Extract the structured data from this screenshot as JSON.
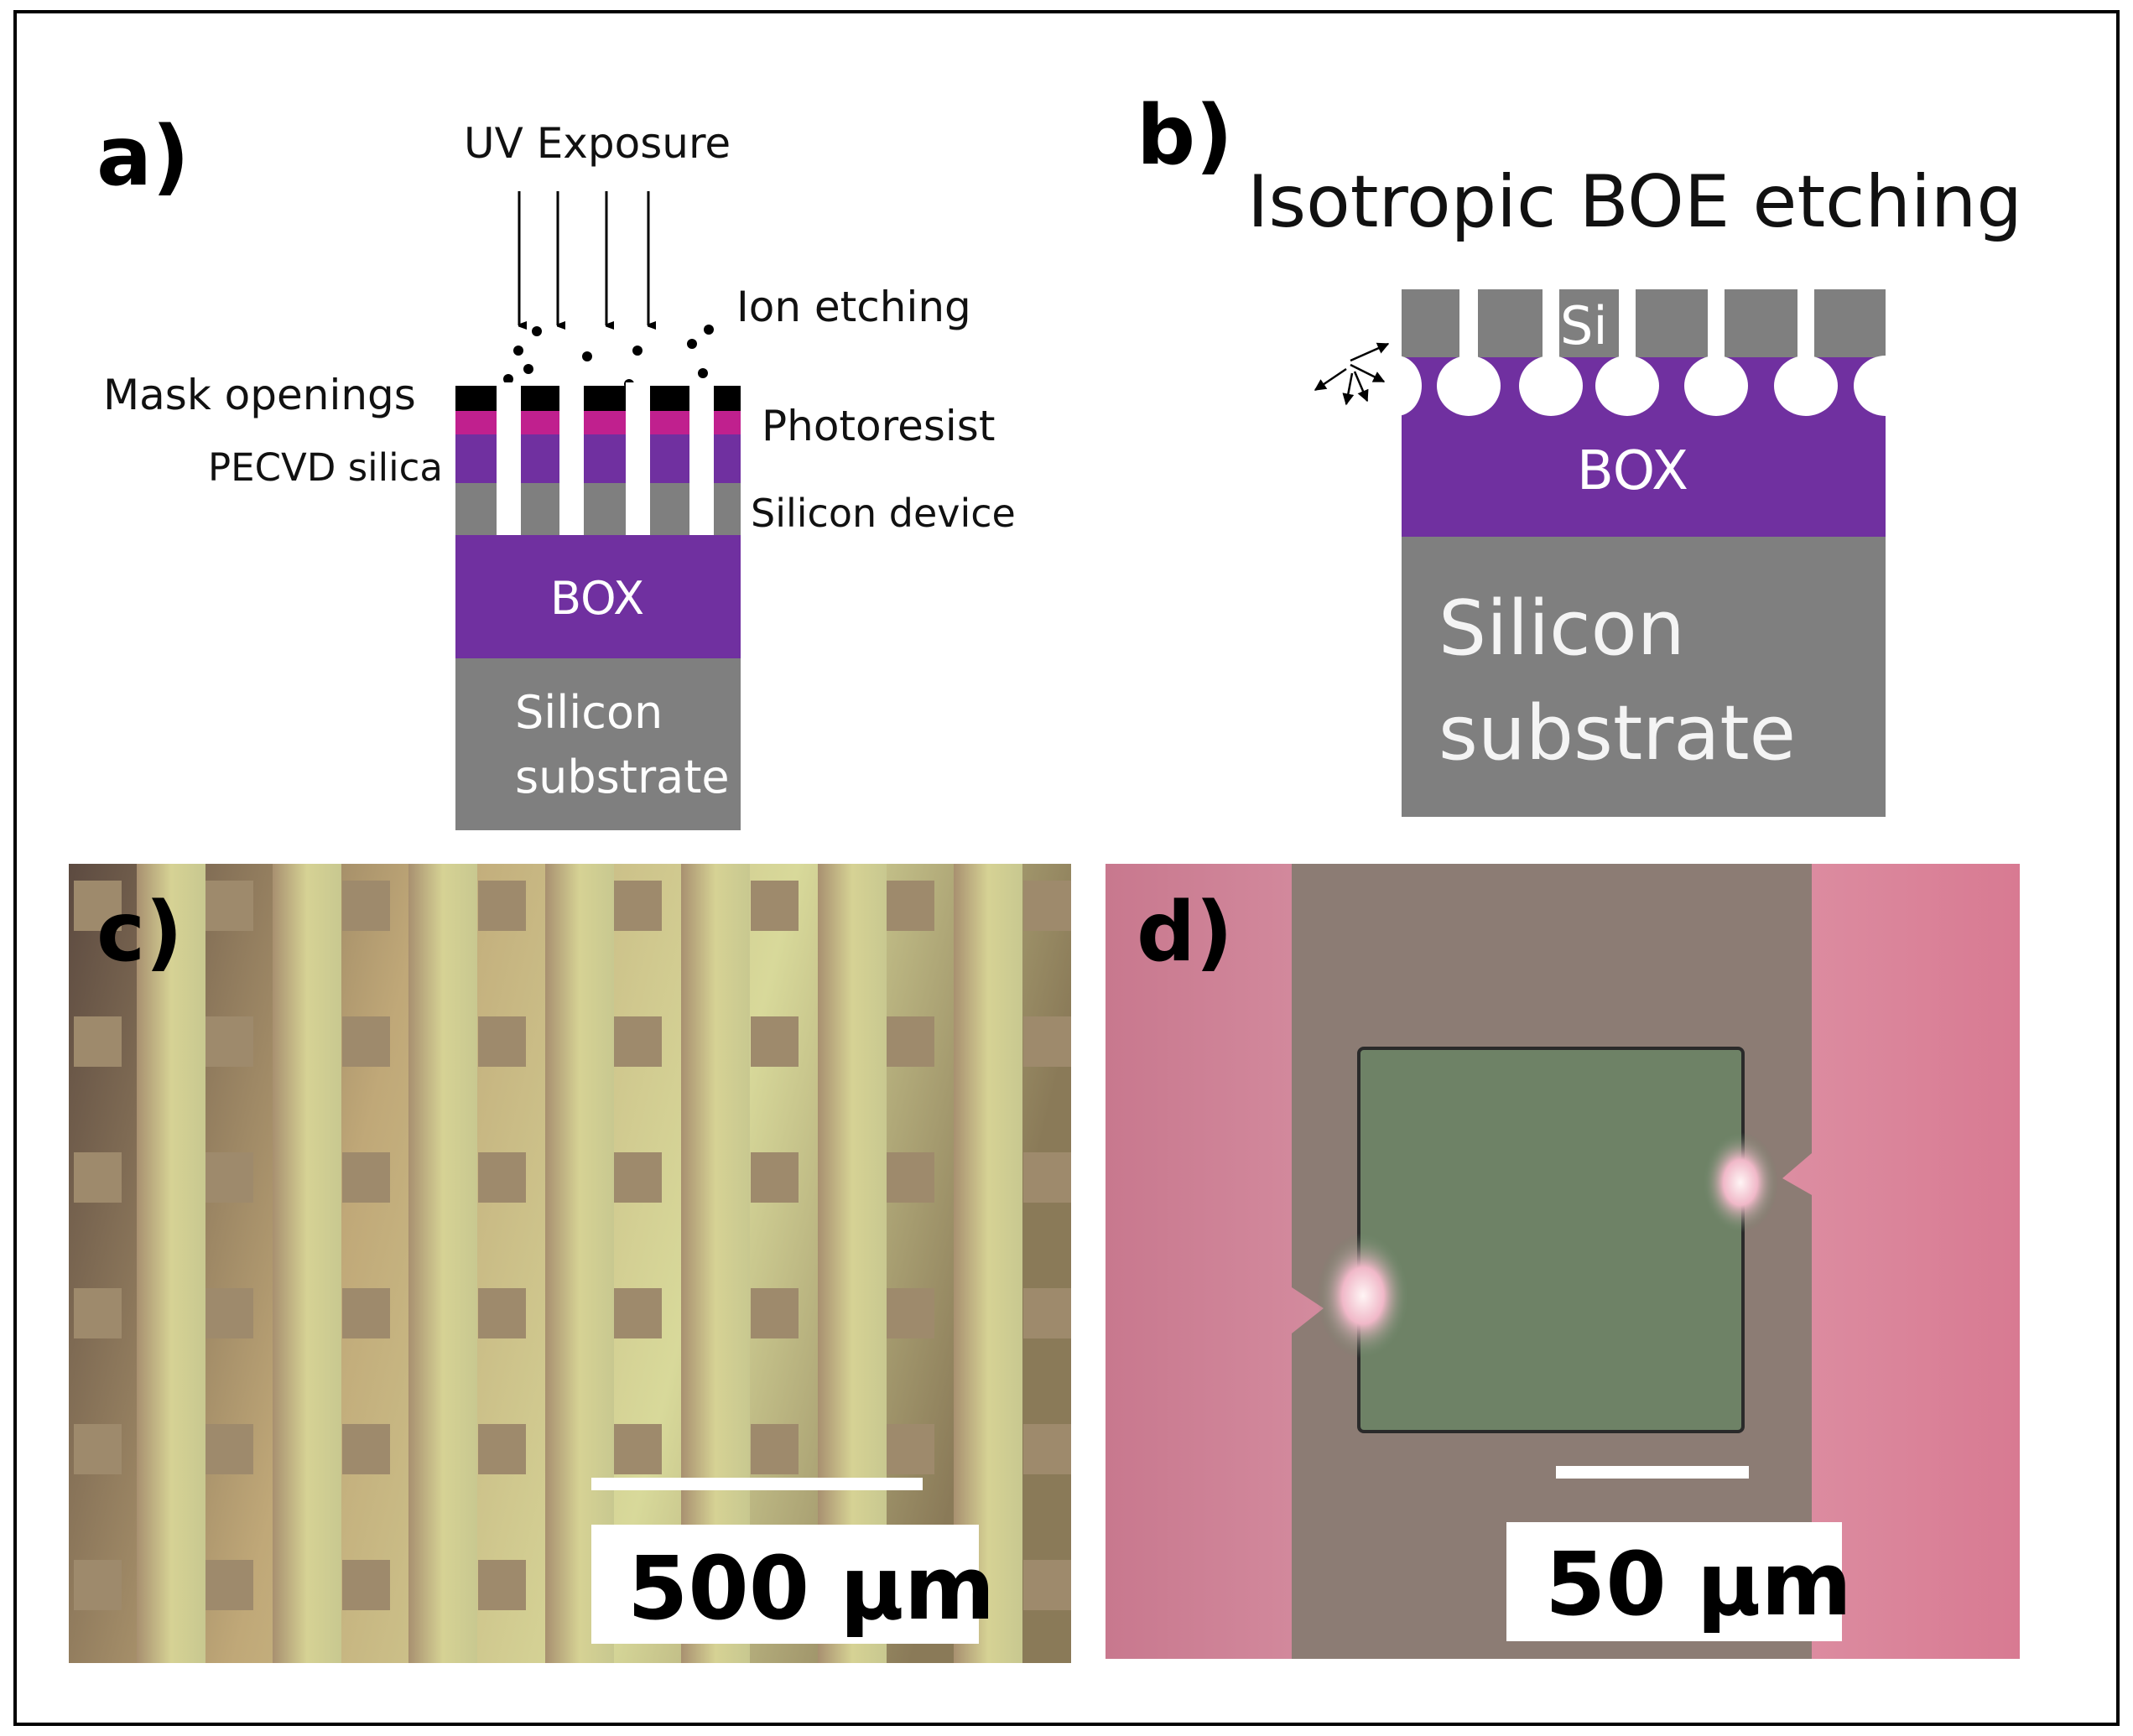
{
  "panels": {
    "a": {
      "label": "a)",
      "uv_exposure": "UV Exposure",
      "ion_etching": "Ion etching",
      "mask_openings": "Mask openings",
      "photoresist": "Photoresist",
      "pecvd_silica": "PECVD silica",
      "silicon_device": "Silicon device",
      "box": "BOX",
      "substrate_line1": "Silicon",
      "substrate_line2": "substrate"
    },
    "b": {
      "label": "b)",
      "title": "Isotropic BOE etching",
      "si": "Si",
      "box": "BOX",
      "substrate_line1": "Silicon",
      "substrate_line2": "substrate"
    },
    "c": {
      "label": "c)",
      "scale_bar": "500 µm"
    },
    "d": {
      "label": "d)",
      "scale_bar": "50 µm"
    }
  },
  "colors": {
    "mask": "#000000",
    "photoresist": "#c0208e",
    "silica": "#7030a0",
    "silicon": "#7f7f7f",
    "box": "#7030a0"
  }
}
